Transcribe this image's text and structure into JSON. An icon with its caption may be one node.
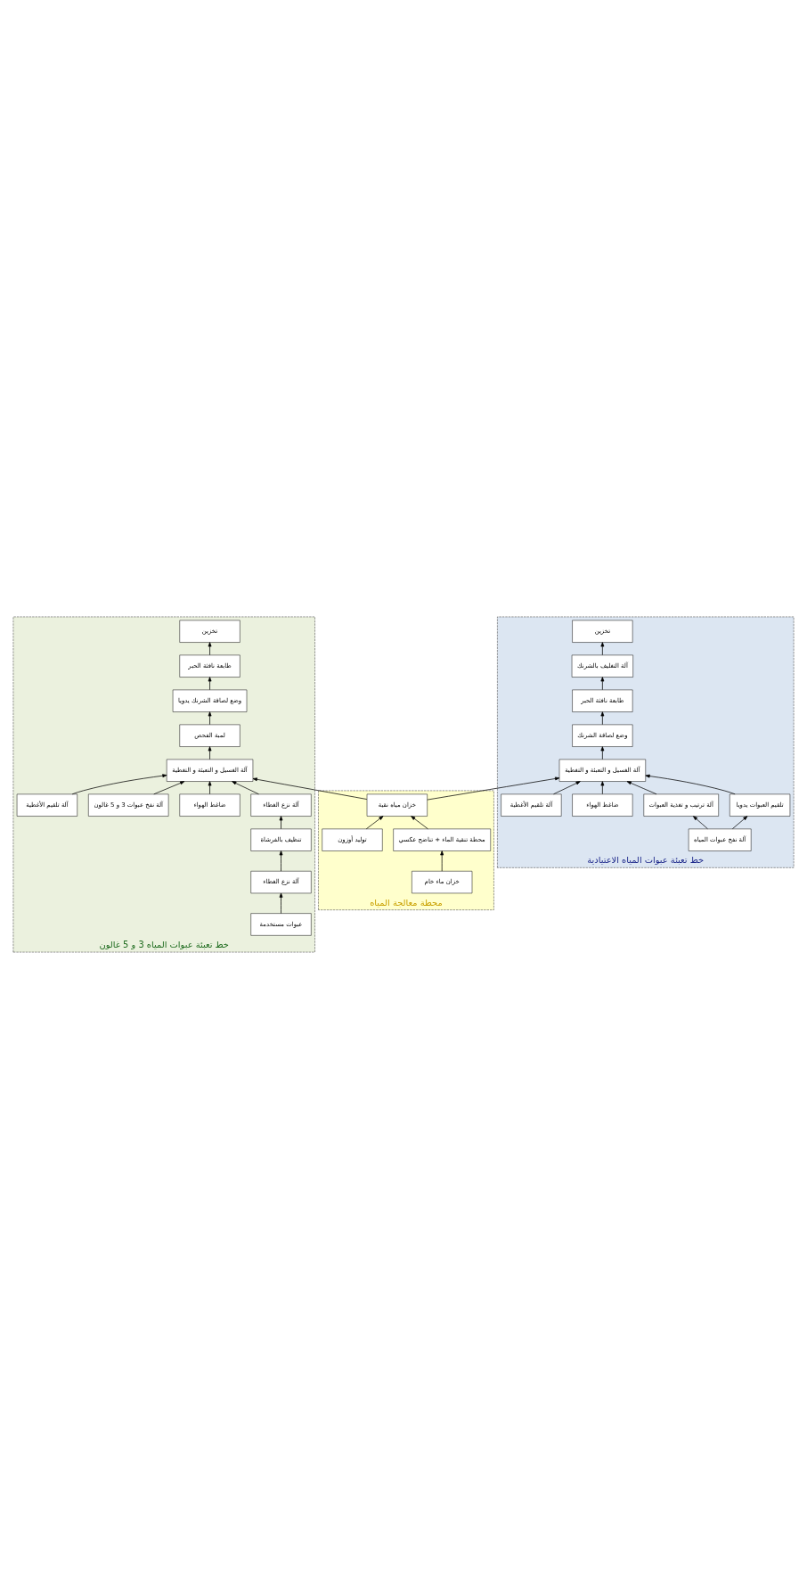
{
  "diagram": {
    "nodes": [
      {
        "text": [
          "خط تعبئة عبوات المياه 3 و 5 غالون"
        ]
      },
      {
        "text": [
          "عبوات مستخدمة"
        ],
        "in": 0
      },
      {
        "text": [
          "آلة نزع الغطاء"
        ],
        "in": 0
      },
      {
        "text": [
          "تنظيف بالفرشاة"
        ],
        "in": 0
      },
      {
        "text": [
          "آلة نزع الغطاء"
        ],
        "in": 0
      },
      {
        "text": [
          "ضاغط الهواء"
        ],
        "in": 0
      },
      {
        "text": [
          "آلة نفخ عبوات 3 و 5 غالون"
        ],
        "in": 0
      },
      {
        "text": [
          "آلة تلقيم الأغطية"
        ],
        "in": 0
      },
      {
        "text": [
          "آلة الغسيل و التعبئة و التغطية"
        ],
        "in": 0
      },
      {
        "text": [
          "لمبة الفحص"
        ],
        "in": 0
      },
      {
        "text": [
          "وضع لصاقة الشرنك يدويا"
        ],
        "in": 0
      },
      {
        "text": [
          "طابعة نافثة الحبر"
        ],
        "in": 0
      },
      {
        "text": [
          "تخزين"
        ],
        "in": 0
      },
      {
        "text": [
          "محطة معالجة المياه"
        ]
      },
      {
        "text": [
          "خزان ماء خام"
        ],
        "in": 13
      },
      {
        "text": [
          "محطة تنقية الماء + تناضح عكسي"
        ],
        "in": 13
      },
      {
        "text": [
          "خزان مياه نقية"
        ],
        "in": 13
      },
      {
        "text": [
          "توليد أوزون"
        ],
        "in": 13
      },
      {
        "text": [
          "خط تعبئة عبوات المياه الاعتيادية"
        ]
      },
      {
        "text": [
          "آلة نفخ عبوات المياه"
        ],
        "in": 18
      },
      {
        "text": [
          "آلة ترتيب و تغذية العبوات"
        ],
        "in": 18
      },
      {
        "text": [
          "تلقيم العبوات يدويا"
        ],
        "in": 18
      },
      {
        "text": [
          "ضاغط الهواء"
        ],
        "in": 18
      },
      {
        "text": [
          "آلة تلقيم الأغطية"
        ],
        "in": 18
      },
      {
        "text": [
          "آلة الغسيل و التعبئة و التغطية"
        ],
        "in": 18
      },
      {
        "text": [
          "وضع لصاقة الشرنك"
        ],
        "in": 18
      },
      {
        "text": [
          "طابعة نافثة الحبر"
        ],
        "in": 18
      },
      {
        "text": [
          "آلة التغليف بالشرنك"
        ],
        "in": 18
      },
      {
        "text": [
          "تخزين"
        ],
        "in": 18
      }
    ],
    "edges": [
      {
        "from": 1,
        "to": 2,
        "arrow": "to"
      },
      {
        "from": 2,
        "to": 3,
        "arrow": "to"
      },
      {
        "from": 3,
        "to": 4,
        "arrow": "to"
      },
      {
        "from": 4,
        "to": 8,
        "arrow": "to"
      },
      {
        "from": 5,
        "to": 8,
        "arrow": "to"
      },
      {
        "from": 6,
        "to": 8,
        "arrow": "to"
      },
      {
        "from": 7,
        "to": 8,
        "arrow": "to"
      },
      {
        "from": 8,
        "to": 9,
        "arrow": "to"
      },
      {
        "from": 9,
        "to": 10,
        "arrow": "to"
      },
      {
        "from": 10,
        "to": 11,
        "arrow": "to"
      },
      {
        "from": 11,
        "to": 12,
        "arrow": "to"
      },
      {
        "from": 14,
        "to": 15,
        "arrow": "to"
      },
      {
        "from": 15,
        "to": 16,
        "arrow": "to"
      },
      {
        "from": 17,
        "to": 16,
        "arrow": "to"
      },
      {
        "from": 16,
        "to": 8,
        "arrow": "to"
      },
      {
        "from": 16,
        "to": 24,
        "arrow": "to"
      },
      {
        "from": 19,
        "to": 20,
        "arrow": "to"
      },
      {
        "from": 19,
        "to": 21,
        "arrow": "to"
      },
      {
        "from": 20,
        "to": 24,
        "arrow": "to"
      },
      {
        "from": 21,
        "to": 24,
        "arrow": "to"
      },
      {
        "from": 22,
        "to": 24,
        "arrow": "to"
      },
      {
        "from": 23,
        "to": 24,
        "arrow": "to"
      },
      {
        "from": 24,
        "to": 25,
        "arrow": "to"
      },
      {
        "from": 25,
        "to": 26,
        "arrow": "to"
      },
      {
        "from": 26,
        "to": 27,
        "arrow": "to"
      },
      {
        "from": 27,
        "to": 28,
        "arrow": "to"
      }
    ]
  }
}
